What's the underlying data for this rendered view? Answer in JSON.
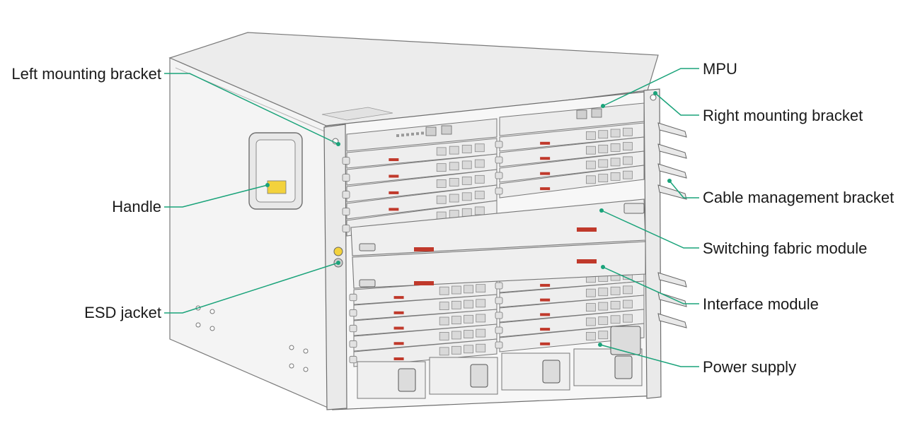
{
  "colors": {
    "leader_line": "#1aa37a",
    "chassis_side": "#f3f3f3",
    "chassis_top": "#e9e9e9",
    "chassis_front": "#f7f7f7",
    "module_face": "#eeeeee",
    "port": "#8a8a8a",
    "handle_accent": "#c0392b"
  },
  "callouts": {
    "left_mounting_bracket": "Left mounting bracket",
    "handle": "Handle",
    "esd_jacket": "ESD jacket",
    "mpu": "MPU",
    "right_mounting_bracket": "Right mounting bracket",
    "cable_management_bracket": "Cable management bracket",
    "switching_fabric_module": "Switching fabric module",
    "interface_module": "Interface module",
    "power_supply": "Power supply"
  }
}
